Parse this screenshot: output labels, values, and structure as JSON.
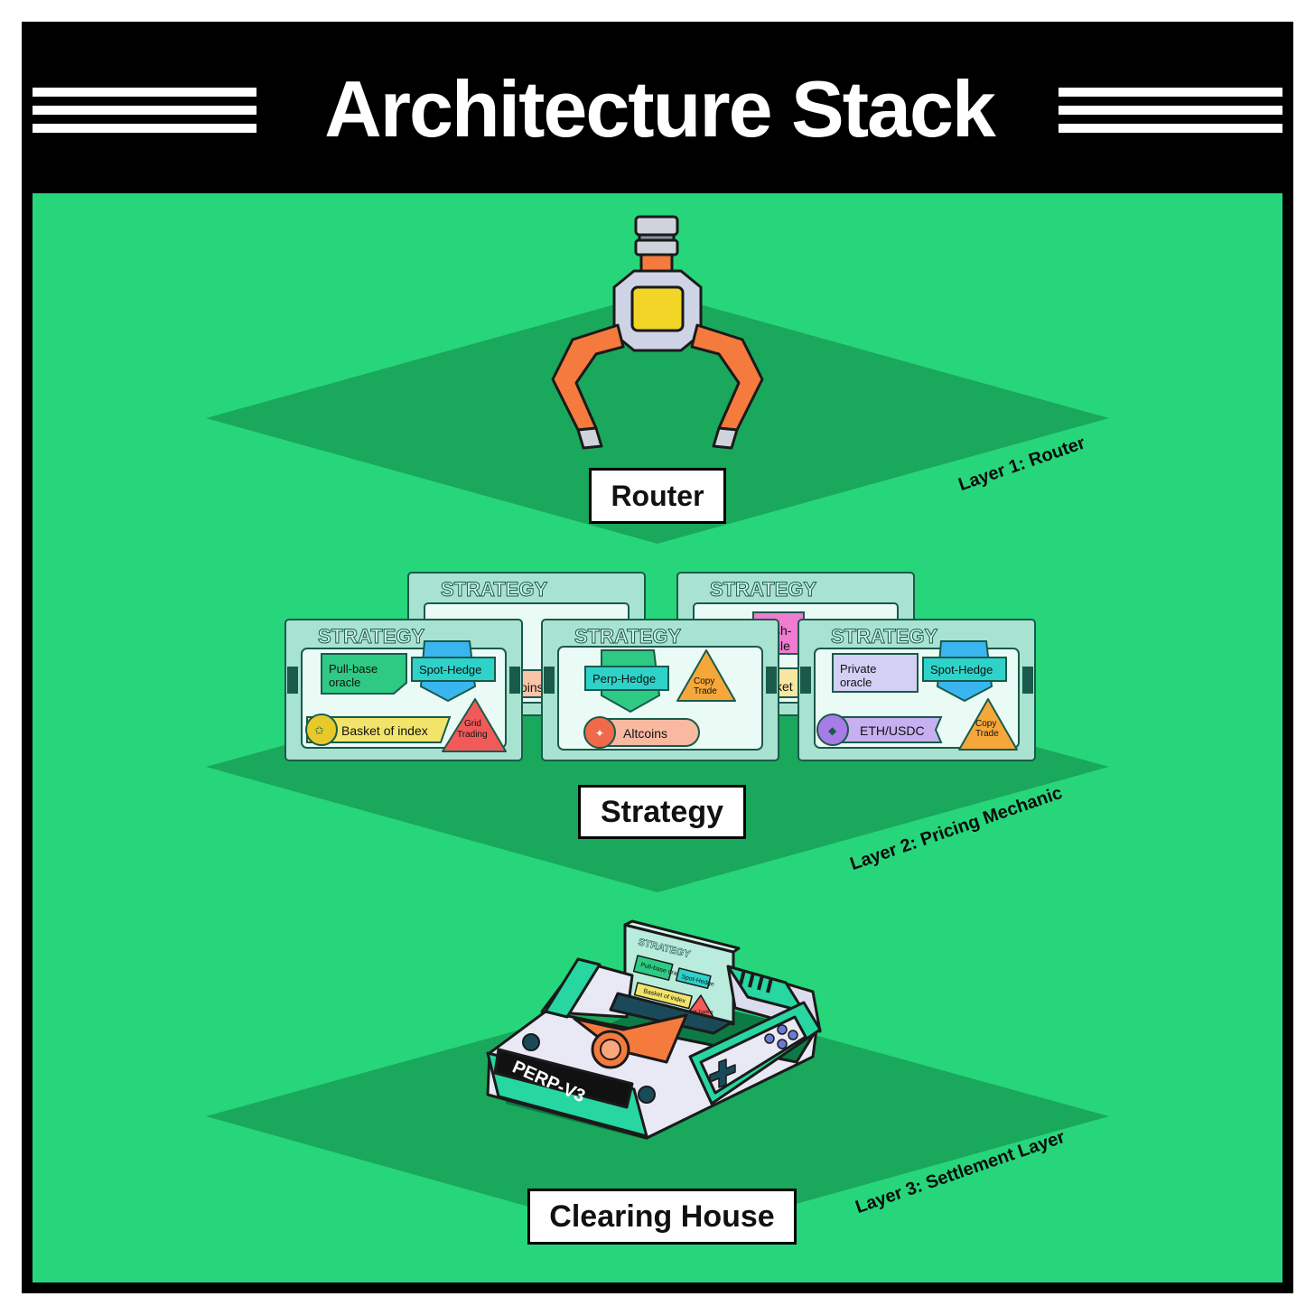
{
  "title": "Architecture Stack",
  "layers": {
    "router": {
      "label": "Router",
      "tier": "Layer 1: Router"
    },
    "strategy": {
      "label": "Strategy",
      "tier": "Layer 2: Pricing Mechanic"
    },
    "clearing": {
      "label": "Clearing House",
      "tier": "Layer 3: Settlement Layer"
    }
  },
  "strategy_cards": {
    "header": "STRATEGY",
    "back_left_partial": "oins",
    "back_right_partial_1": "sh-",
    "back_right_partial_2": "cle",
    "back_right_partial_3": "sket",
    "cards": [
      {
        "oracle": "Pull-base oracle",
        "oracle_line1": "Pull-base",
        "oracle_line2": "oracle",
        "hedge": "Spot-Hedge",
        "asset": "Basket of index",
        "mode_line1": "Grid",
        "mode_line2": "Trading"
      },
      {
        "hedge": "Perp-Hedge",
        "asset": "Altcoins",
        "mode_line1": "Copy",
        "mode_line2": "Trade"
      },
      {
        "oracle_line1": "Private",
        "oracle_line2": "oracle",
        "hedge": "Spot-Hedge",
        "asset": "ETH/USDC",
        "mode_line1": "Copy",
        "mode_line2": "Trade"
      }
    ]
  },
  "console": {
    "brand": "PERP-V3",
    "cartridge_header": "STRATEGY",
    "cartridge_oracle": "Pull-base oracle",
    "cartridge_hedge": "Spot-Hedge",
    "cartridge_asset": "Basket of index",
    "cartridge_mode": "Grid Trading"
  },
  "colors": {
    "background": "#27d67a",
    "frame": "#000000",
    "plane": "#1aa85c",
    "card": "#b9ecdd",
    "accent_orange": "#f57a3d",
    "accent_yellow": "#f2d526"
  }
}
